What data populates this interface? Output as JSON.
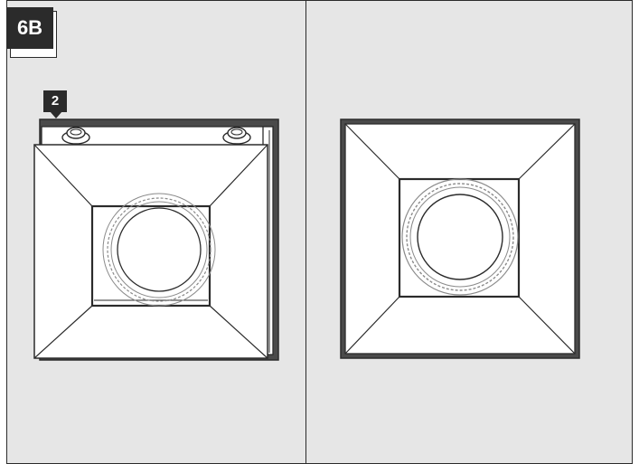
{
  "step": {
    "label": "6B"
  },
  "callout": {
    "number": "2"
  },
  "colors": {
    "panel_background": "#e6e6e6",
    "line": "#2b2b2b",
    "fixture_face": "#ffffff"
  },
  "panels": [
    {
      "name": "left",
      "content": "fixture-with-clips-side-view"
    },
    {
      "name": "right",
      "content": "fixture-installed-front-view"
    }
  ]
}
